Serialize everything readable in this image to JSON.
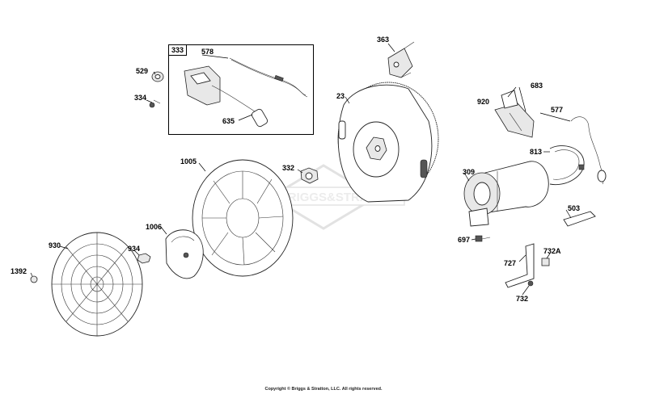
{
  "parts": [
    {
      "id": "p333",
      "label": "333"
    },
    {
      "id": "p578",
      "label": "578"
    },
    {
      "id": "p529",
      "label": "529"
    },
    {
      "id": "p334",
      "label": "334"
    },
    {
      "id": "p635",
      "label": "635"
    },
    {
      "id": "p363",
      "label": "363"
    },
    {
      "id": "p23",
      "label": "23"
    },
    {
      "id": "p683",
      "label": "683"
    },
    {
      "id": "p920",
      "label": "920"
    },
    {
      "id": "p577",
      "label": "577"
    },
    {
      "id": "p813",
      "label": "813"
    },
    {
      "id": "p1005",
      "label": "1005"
    },
    {
      "id": "p332",
      "label": "332"
    },
    {
      "id": "p309",
      "label": "309"
    },
    {
      "id": "p503",
      "label": "503"
    },
    {
      "id": "p1006",
      "label": "1006"
    },
    {
      "id": "p930",
      "label": "930"
    },
    {
      "id": "p934",
      "label": "934"
    },
    {
      "id": "p697",
      "label": "697"
    },
    {
      "id": "p732A",
      "label": "732A"
    },
    {
      "id": "p727",
      "label": "727"
    },
    {
      "id": "p1392",
      "label": "1392"
    },
    {
      "id": "p732",
      "label": "732"
    }
  ],
  "watermark": "BRIGGS&STRATTON",
  "copyright": "Copyright © Briggs & Stratton, LLC. All rights reserved."
}
